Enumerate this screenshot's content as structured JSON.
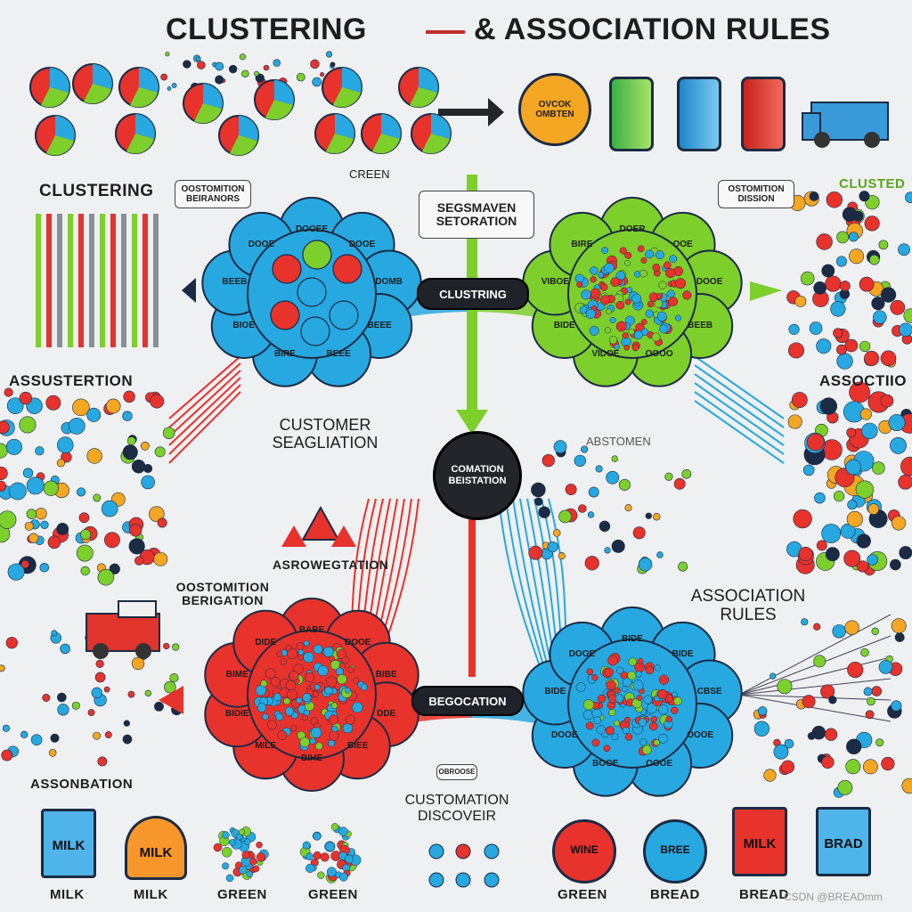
{
  "title": {
    "left": "CLUSTERING",
    "right": "& ASSOCIATION RULES"
  },
  "section_labels": {
    "clustering": "CLUSTERING",
    "assustertion": "ASSUSTERTION",
    "customer_seagliation": "CUSTOMER SEAGLIATION",
    "asrowegtation": "ASROWEGTATION",
    "oostomition_berigation": "OOSTOMITION BERIGATION",
    "assonbation": "ASSONBATION",
    "associtio": "ASSOCTIIO",
    "association_rules": "ASSOCIATION RULES",
    "customation_discoveir": "CUSTOMATION DISCOVEIR",
    "green_top": "CREEN",
    "clusted": "CLUSTED",
    "abstomen": "ABSTOMEN"
  },
  "center_labels": {
    "segmentation_box": "SEGSMAVEN SETORATION",
    "clustering_pill": "CLUSTRING",
    "center_circle": "COMATION BEISTATION",
    "bottom_pill": "BEGOCATION"
  },
  "small_boxes": {
    "left_box": "OOSTOMITION BEIRANORS",
    "right_box": "OSTOMITION DISSION",
    "bottom_box": "OBROOSE",
    "top_circle": "OVCOK OMBTEN"
  },
  "cluster_petals": {
    "blue_top": [
      "DOOEE",
      "DOOE",
      "DOMB",
      "BEEE",
      "BEEE",
      "BIRE",
      "BIOE",
      "BEEB",
      "DOOE"
    ],
    "green_top": [
      "DOER",
      "OOE",
      "DOOE",
      "BEEB",
      "OOOO",
      "VIDOE",
      "BIDE",
      "VIBOE",
      "BIRE"
    ],
    "red_bottom": [
      "BABE",
      "DOOE",
      "BIBE",
      "DDE",
      "BIEE",
      "BIHE",
      "MILE",
      "BIDIE",
      "BIME",
      "DIDE"
    ],
    "blue_bottom": [
      "BIDE",
      "BIDE",
      "CBSE",
      "OOOE",
      "OOOE",
      "BOOE",
      "DOOE",
      "BIDE",
      "DOOE"
    ]
  },
  "bottom_products": [
    {
      "label": "MILK",
      "caption": "MILK"
    },
    {
      "label": "MILK",
      "caption": "MILK"
    },
    {
      "label": "",
      "caption": "GREEN"
    },
    {
      "label": "",
      "caption": "GREEN"
    },
    {
      "label": "WINE",
      "caption": "GREEN"
    },
    {
      "label": "BREE",
      "caption": "BREAD"
    },
    {
      "label": "MILK",
      "caption": "BREAD"
    },
    {
      "label": "BRAD",
      "caption": ""
    }
  ],
  "watermark": "CSDN @BREADmm",
  "colors": {
    "blue": "#27a8e0",
    "green": "#7dcf2c",
    "red": "#e8322c",
    "dark": "#1f2329",
    "orange": "#f5a623"
  }
}
